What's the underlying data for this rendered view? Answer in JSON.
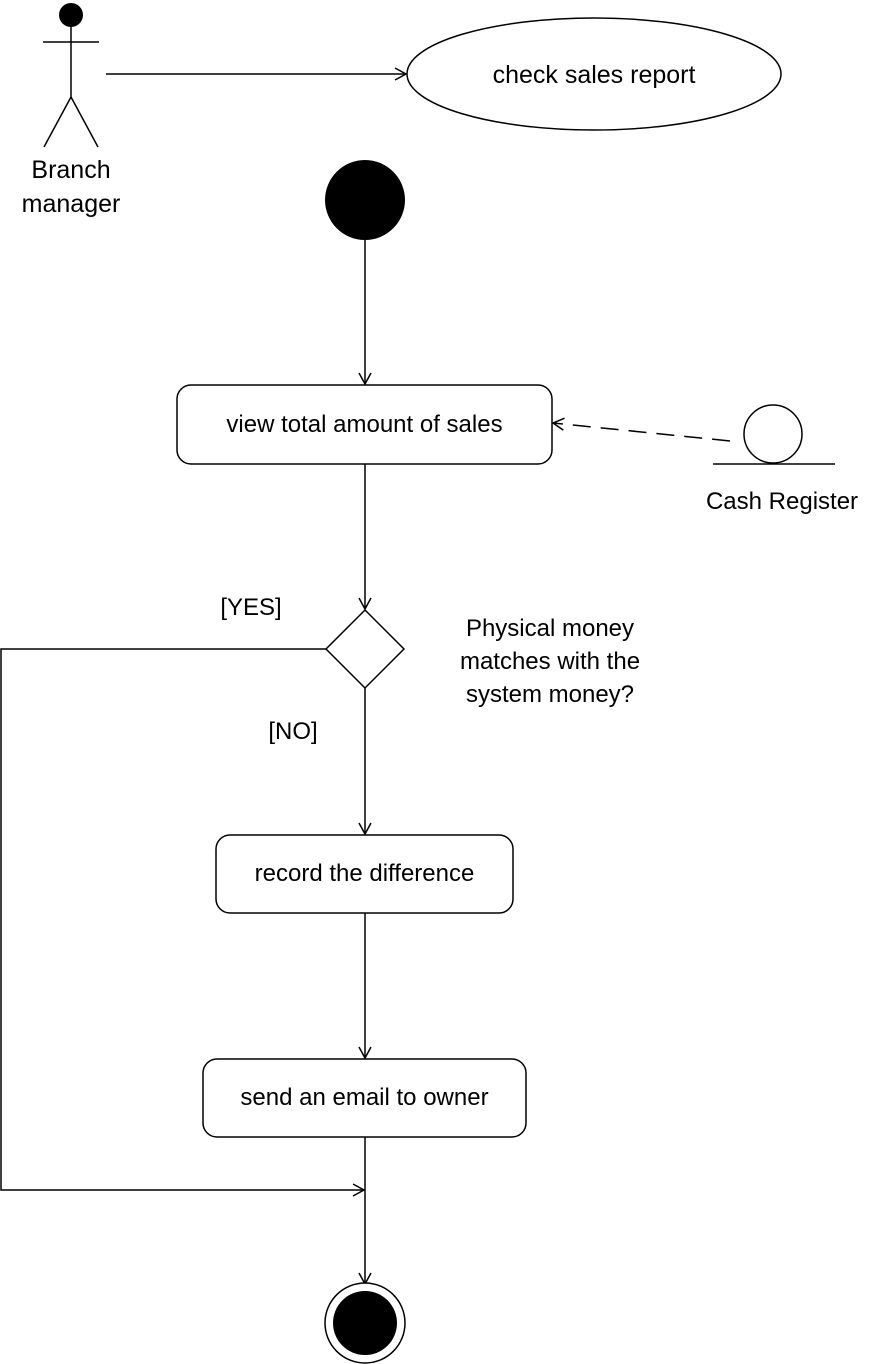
{
  "actor": {
    "label_line1": "Branch",
    "label_line2": "manager"
  },
  "use_case": {
    "label": "check sales report"
  },
  "activities": {
    "view_total": "view total amount of sales",
    "record_difference": "record the difference",
    "send_email": "send an email to owner"
  },
  "decision": {
    "question_line1": "Physical money",
    "question_line2": "matches with the",
    "question_line3": "system money?",
    "yes_guard": "[YES]",
    "no_guard": "[NO]"
  },
  "entity": {
    "label": "Cash Register"
  },
  "colors": {
    "stroke": "#000000",
    "fill": "#ffffff",
    "node": "#000000"
  }
}
